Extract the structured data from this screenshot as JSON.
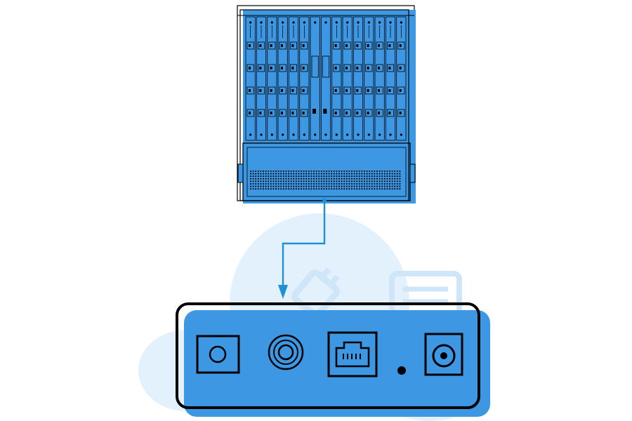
{
  "diagram": {
    "colors": {
      "device_blue": "#3d97e3",
      "outline": "#000000",
      "connector_blue": "#1e90d8",
      "bg_circle": "#e3f1fc",
      "bg_glyph": "#cfe5f8"
    },
    "chassis": {
      "icon": "chassis-rack-icon",
      "slot_count": 15,
      "center_slot_count": 2,
      "port_rows_per_slot": 4
    },
    "connector": {
      "icon": "arrow-down-icon"
    },
    "rear_panel": {
      "icon": "device-rear-panel-icon",
      "ports": [
        {
          "icon": "square-port-icon"
        },
        {
          "icon": "coaxial-port-icon"
        },
        {
          "icon": "rj45-port-icon"
        },
        {
          "icon": "reset-hole-icon"
        },
        {
          "icon": "power-jack-icon"
        }
      ]
    },
    "background": {
      "icons": [
        "cloud-circle-icon",
        "plug-icon",
        "document-icon"
      ]
    }
  }
}
